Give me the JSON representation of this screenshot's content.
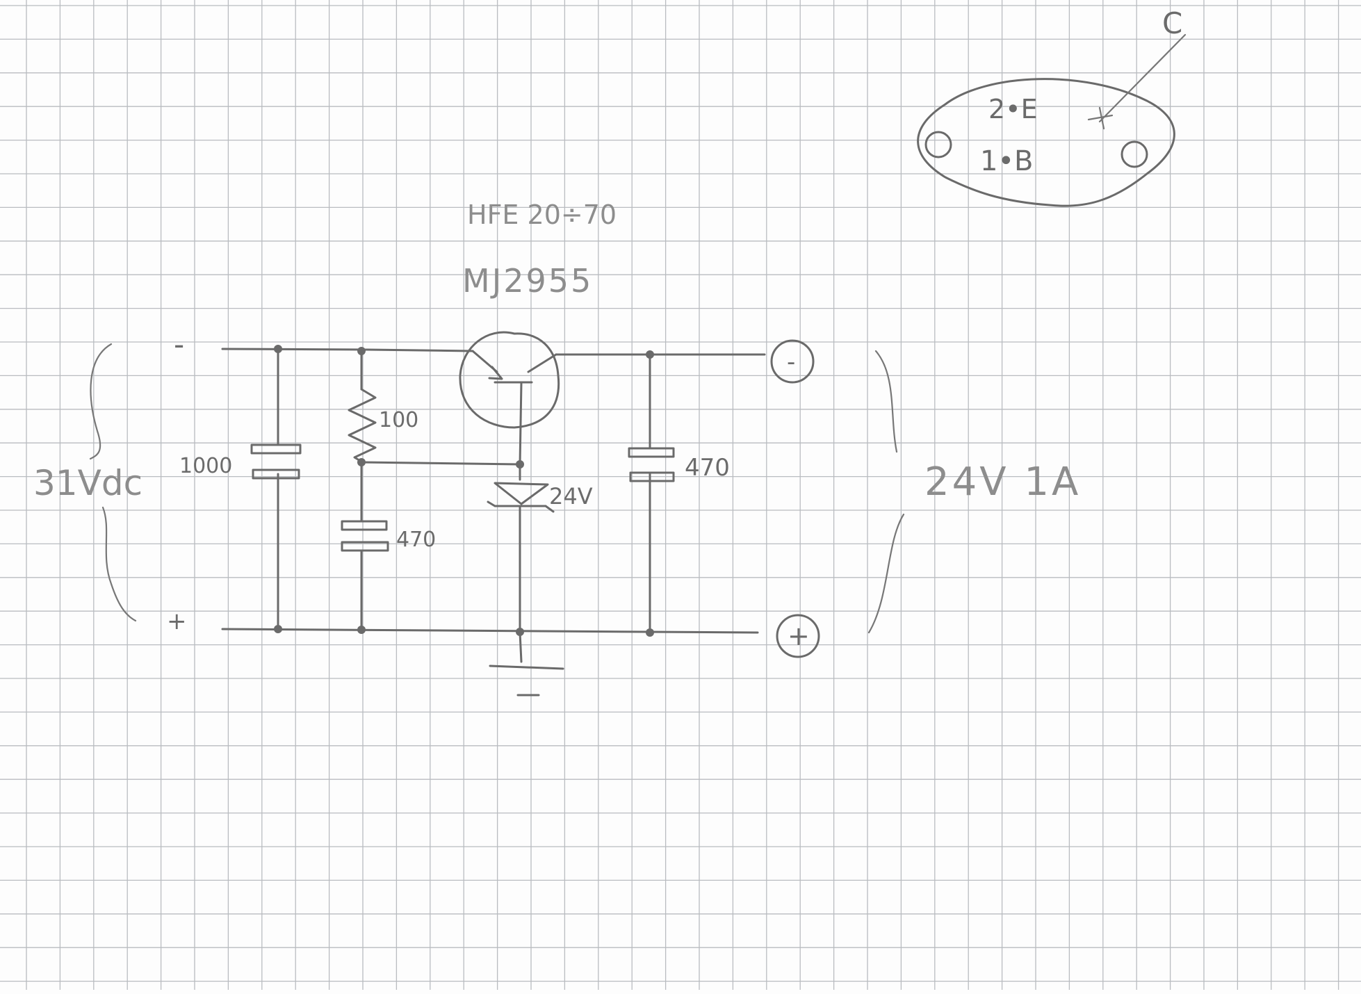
{
  "transistor": {
    "gain": "HFE 20÷70",
    "part": "MJ2955"
  },
  "input": {
    "voltage": "31Vdc",
    "neg": "-",
    "pos": "+"
  },
  "output": {
    "spec": "24V 1A",
    "neg": "-",
    "pos": "+"
  },
  "components": {
    "c1": "1000",
    "r1": "100",
    "c2": "470",
    "zener": "24V",
    "c3": "470"
  },
  "pinout": {
    "collector": "C",
    "emitter": "2•E",
    "base": "1•B"
  },
  "colors": {
    "grid": "#b9bcc0",
    "ink": "#6a6a6a",
    "paper": "#fdfdfd"
  }
}
